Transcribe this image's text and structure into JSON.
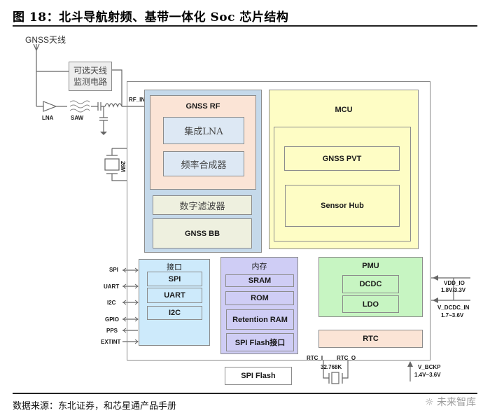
{
  "figure": {
    "title": "图 18：北斗导航射频、基带一体化 Soc 芯片结构",
    "source": "数据来源：东北证券，和芯星通产品手册",
    "watermark": "未来智库"
  },
  "antenna": {
    "label": "GNSS天线",
    "monitor_circuit": [
      "可选天线",
      "监测电路"
    ],
    "lna": "LNA",
    "saw": "SAW",
    "rf_in": "RF_IN",
    "crystal": "26M"
  },
  "rf_bb_block": {
    "rf_title": "GNSS RF",
    "rf_items": [
      "集成LNA",
      "频率合成器"
    ],
    "filter": "数字滤波器",
    "bb": "GNSS BB"
  },
  "mcu_block": {
    "title": "MCU",
    "items": [
      "GNSS PVT",
      "Sensor Hub"
    ]
  },
  "interface_block": {
    "title": "接口",
    "items": [
      "SPI",
      "UART",
      "I2C"
    ],
    "pins": [
      "SPI",
      "UART",
      "I2C",
      "GPIO",
      "PPS",
      "EXTINT"
    ]
  },
  "memory_block": {
    "title": "内存",
    "items": [
      "SRAM",
      "ROM",
      "Retention RAM",
      "SPI Flash接口"
    ]
  },
  "pmu_block": {
    "title": "PMU",
    "items": [
      "DCDC",
      "LDO"
    ],
    "rtc": "RTC"
  },
  "power_pins": {
    "vdd_io": "VDD_IO",
    "vdd_io_range": "1.8V/3.3V",
    "v_dcdc_in": "V_DCDC_IN",
    "v_dcdc_range": "1.7~3.6V",
    "v_bckp": "V_BCKP",
    "v_bckp_range": "1.4V~3.6V"
  },
  "rtc_pins": {
    "rtc_i": "RTC_I",
    "rtc_o": "RTC_O",
    "crystal": "32.768K"
  },
  "external": {
    "spi_flash": "SPI Flash"
  },
  "colors": {
    "rf_bb_outer": "#c5d9ea",
    "rf_inner": "#fbe4d6",
    "rf_items": "#dde8f4",
    "bb": "#eef0df",
    "mcu": "#fefdc5",
    "interface": "#cdeafb",
    "memory": "#cfcdf5",
    "pmu": "#c7f5c2",
    "rtc": "#fbe4d6"
  }
}
